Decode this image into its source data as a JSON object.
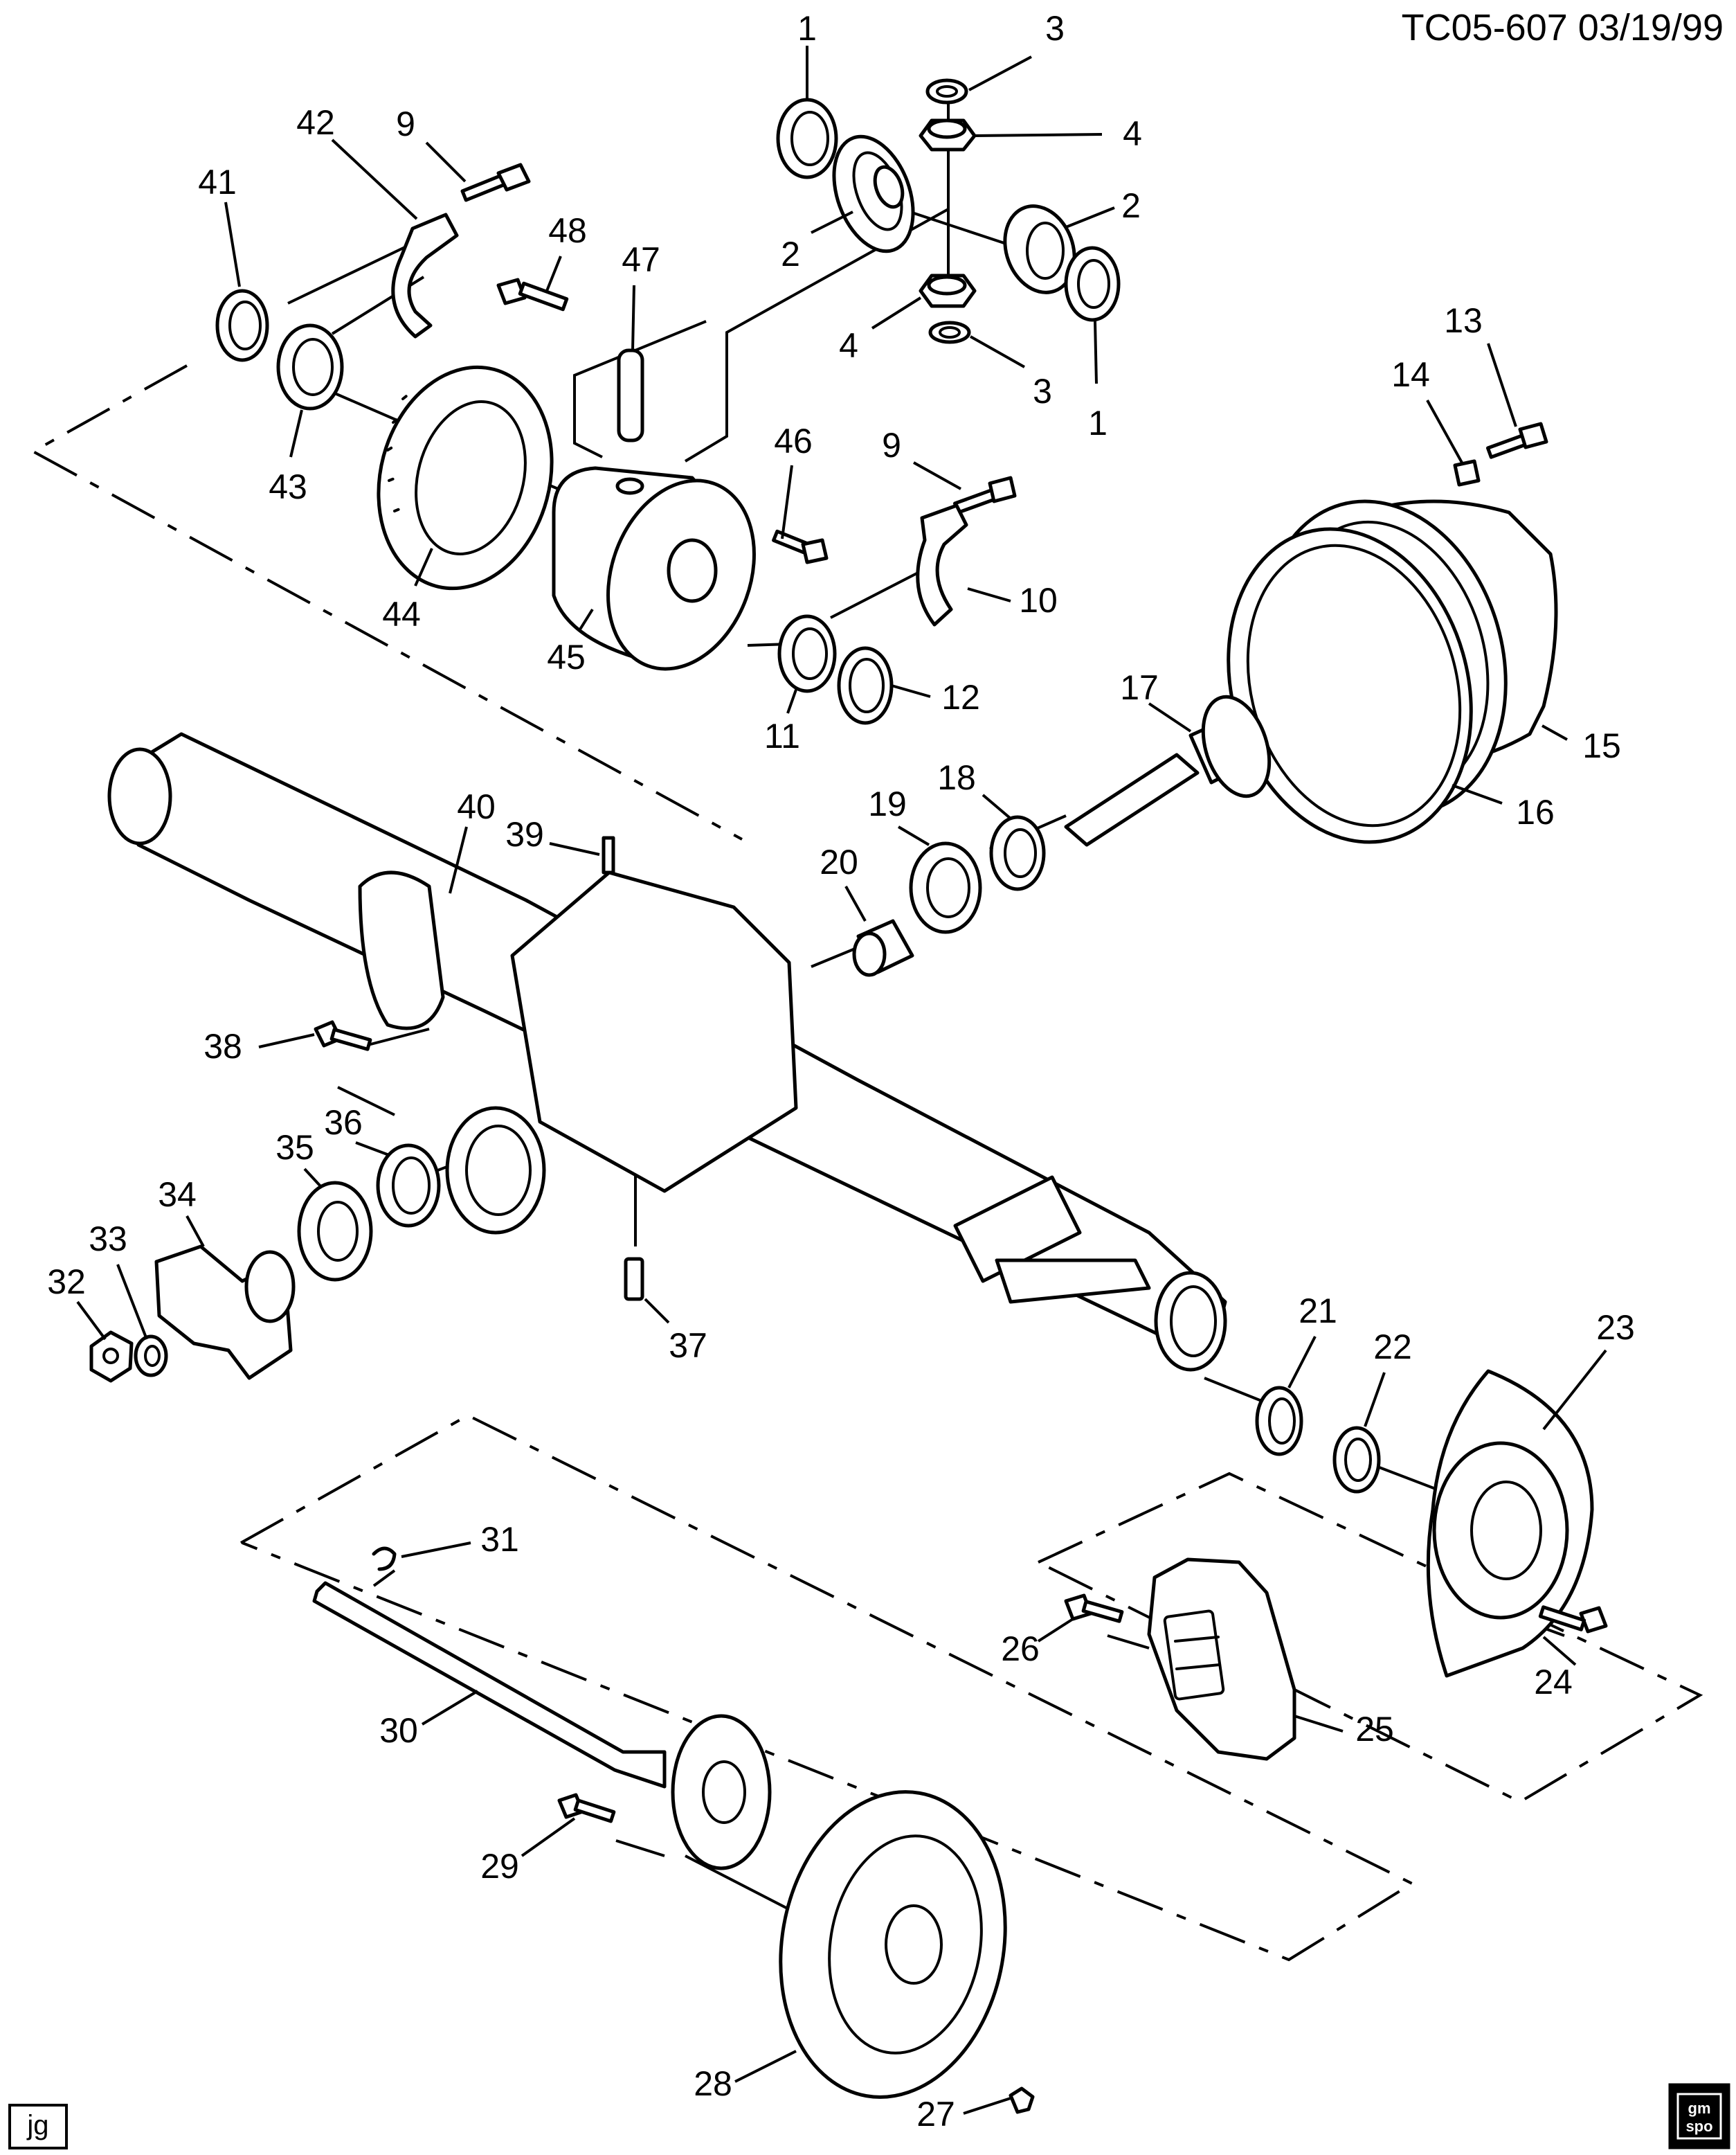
{
  "header": {
    "drawing_id": "TC05-607",
    "date": "03/19/99"
  },
  "footer": {
    "drafter_initials": "jg",
    "logo_line1": "gm",
    "logo_line2": "spo"
  },
  "callouts": [
    "1",
    "1",
    "2",
    "2",
    "3",
    "3",
    "4",
    "4",
    "9",
    "9",
    "10",
    "11",
    "12",
    "13",
    "14",
    "15",
    "16",
    "17",
    "18",
    "19",
    "20",
    "21",
    "22",
    "23",
    "24",
    "25",
    "26",
    "27",
    "28",
    "29",
    "30",
    "31",
    "32",
    "33",
    "34",
    "35",
    "36",
    "37",
    "38",
    "39",
    "40",
    "41",
    "42",
    "43",
    "44",
    "45",
    "46",
    "47",
    "48"
  ]
}
